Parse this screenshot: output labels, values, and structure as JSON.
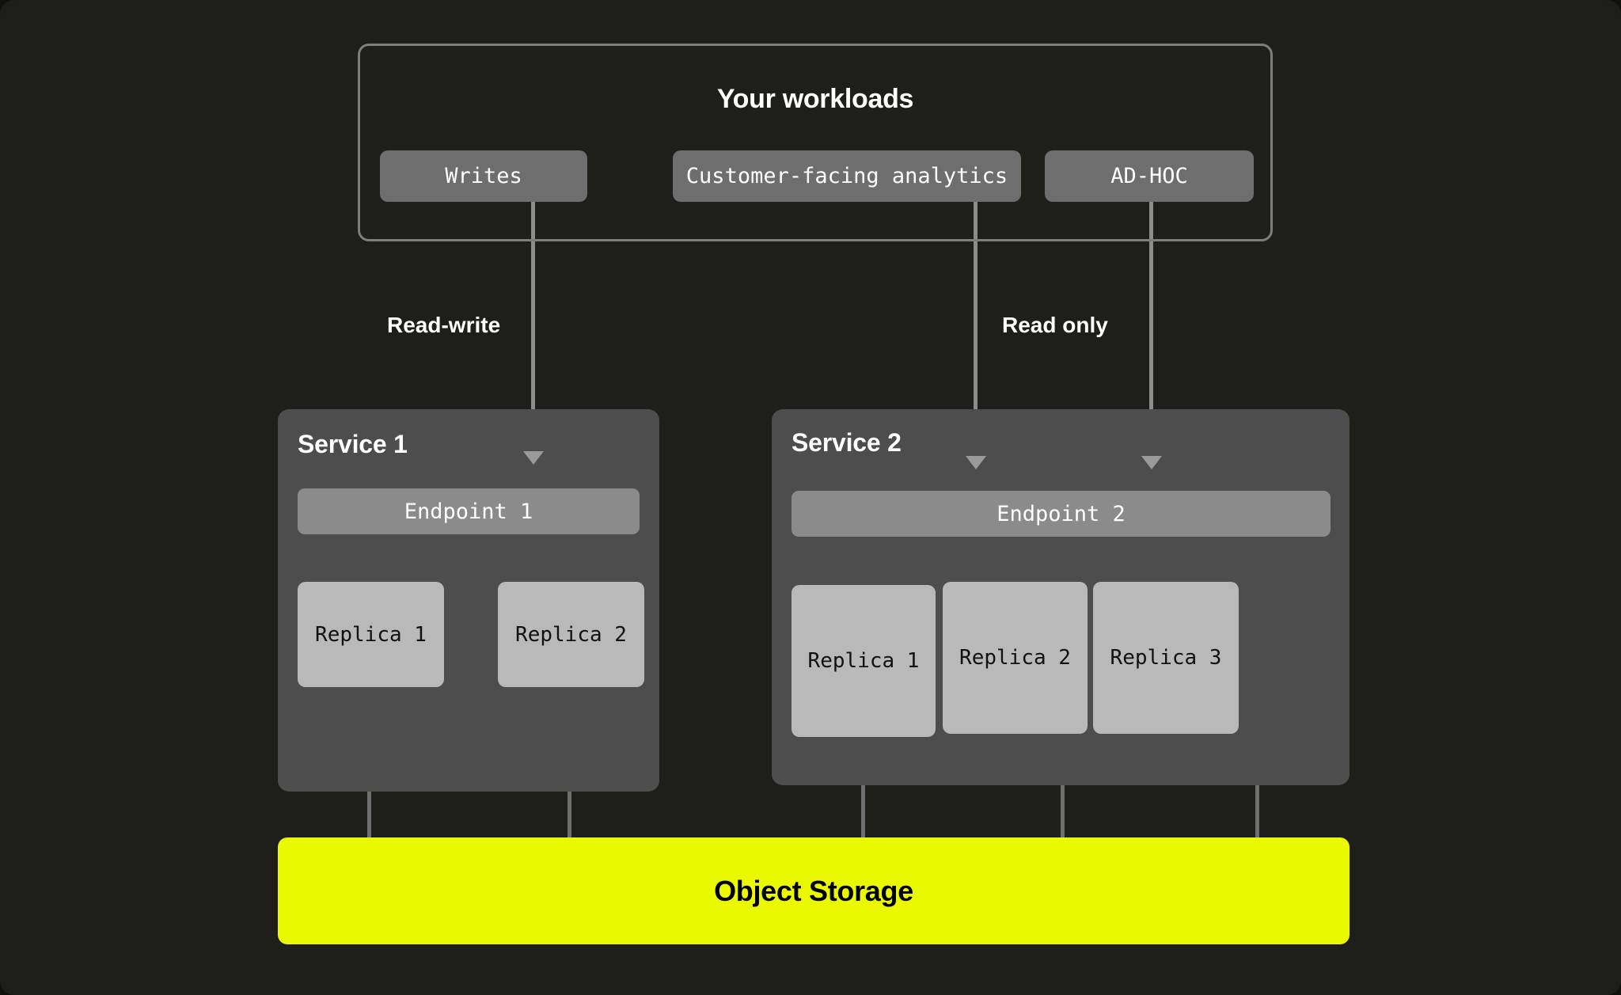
{
  "workloads": {
    "title": "Your workloads",
    "chips": [
      {
        "label": "Writes"
      },
      {
        "label": "Customer-facing analytics"
      },
      {
        "label": "AD-HOC"
      }
    ]
  },
  "edges": [
    {
      "label": "Read-write"
    },
    {
      "label": "Read only"
    }
  ],
  "services": [
    {
      "title": "Service 1",
      "endpoint": "Endpoint 1",
      "replicas": [
        {
          "label": "Replica 1"
        },
        {
          "label": "Replica 2"
        }
      ]
    },
    {
      "title": "Service 2",
      "endpoint": "Endpoint 2",
      "replicas": [
        {
          "label": "Replica 1"
        },
        {
          "label": "Replica 2"
        },
        {
          "label": "Replica 3"
        }
      ]
    }
  ],
  "storage": {
    "label": "Object Storage"
  },
  "colors": {
    "canvas_background": "#1e1f1a",
    "workload_chip": "#6e6e6e",
    "service_panel": "#4d4d4d",
    "endpoint_bar": "#8b8b8b",
    "replica_box": "#b9b9b9",
    "storage_accent": "#ebf900",
    "connector_line": "#8c8c8c",
    "border": "#7d7d7d",
    "text_light": "#ffffff",
    "text_dark": "#000000"
  }
}
